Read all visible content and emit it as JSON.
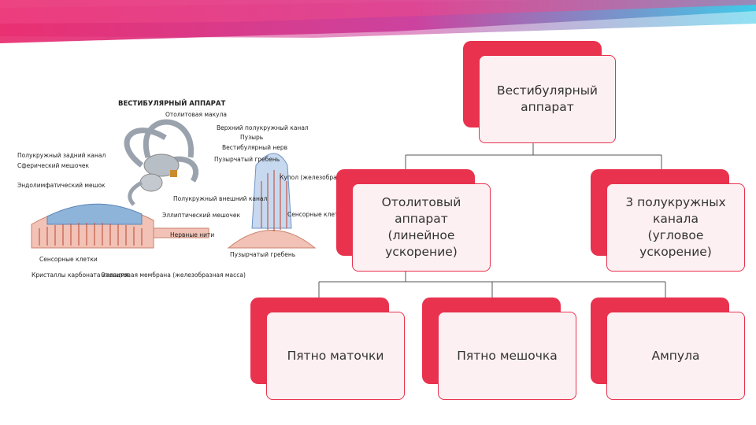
{
  "colors": {
    "banner_start": "#e8266a",
    "banner_end": "#36c8e8",
    "accent": "#e8324e",
    "box_fill": "#fdf0f2"
  },
  "org_chart": {
    "root": {
      "label": "Вестибулярный\nаппарат"
    },
    "level2": [
      {
        "id": "otolith",
        "label": "Отолитовый\nаппарат\n(линейное\nускорение)"
      },
      {
        "id": "canals",
        "label": "3 полукружных\nканала\n(угловое\nускорение)"
      }
    ],
    "level3": [
      {
        "id": "utricle",
        "label": "Пятно  маточки"
      },
      {
        "id": "saccule",
        "label": "Пятно мешочка"
      },
      {
        "id": "ampulla",
        "label": "Ампула"
      }
    ]
  },
  "anatomy_figure": {
    "title": "ВЕСТИБУЛЯРНЫЙ АППАРАТ",
    "labels": {
      "otolith_macula": "Отолитовая макула",
      "upper_canal": "Верхний полукружный канал",
      "bubble": "Пузырь",
      "vestibular_nerve": "Вестибулярный нерв",
      "posterior_canal": "Полукружный задний канал",
      "spherical_sac": "Сферический мешочек",
      "endolymphatic_sac": "Эндолимфатический мешок",
      "bubble_crest": "Пузырчатый гребень",
      "cupula": "Купол (железобразная масса)",
      "outer_canal": "Полукружный внешний канал",
      "elliptic_sac": "Эллиптический мешочек",
      "nerve_fibers": "Нервные нити",
      "sensory_cells_right": "Сенсорные клетки",
      "sensory_cells_left": "Сенсорные клетки",
      "calcium_crystals": "Кристаллы карбоната кальция",
      "otolith_membrane": "Отолитовая мембрана (железобразная масса)",
      "bubble_crest_bottom": "Пузырчатый гребень"
    }
  }
}
